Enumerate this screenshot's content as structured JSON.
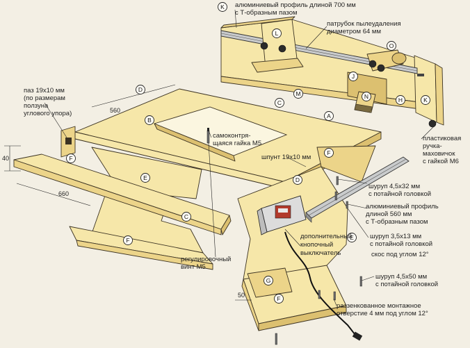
{
  "labels": {
    "fence_profile_line1": "алюминиевый профиль длиной 700 мм",
    "fence_profile_line2": "с Т-образным пазом",
    "dust_port_line1": "патрубок пылеудаления",
    "dust_port_line2": "диаметром 64 мм",
    "groove_line1": "паз 19х10 мм",
    "groove_line2": "(по размерам",
    "groove_line3": "ползуна",
    "groove_line4": "углового упора)",
    "locknut_line1": "самоконтря-",
    "locknut_line2": "щаяся гайка М5",
    "tongue": "шпунт 19х10 мм",
    "knob_line1": "пластиковая",
    "knob_line2": "ручка-",
    "knob_line3": "маховичок",
    "knob_line4": "с гайкой М6",
    "screw32_line1": "шуруп 4,5х32 мм",
    "screw32_line2": "с потайной головкой",
    "side_profile_line1": "алюминиевый профиль",
    "side_profile_line2": "длиной 560 мм",
    "side_profile_line3": "с Т-образным пазом",
    "screw13_line1": "шуруп 3,5х13 мм",
    "screw13_line2": "с потайной головкой",
    "bevel": "скос под углом 12°",
    "switch_line1": "дополнительный",
    "switch_line2": "кнопочный",
    "switch_line3": "выключатель",
    "adjust_line1": "регулировочный",
    "adjust_line2": "винт М5",
    "screw50_line1": "шуруп 4,5х50 мм",
    "screw50_line2": "с потайной головкой",
    "hole_line1": "раззенкованное монтажное",
    "hole_line2": "отверстие 4 мм под углом 12°"
  },
  "dimensions": {
    "d560": "560",
    "d40": "40",
    "d660": "660",
    "d50": "50"
  },
  "badges": {
    "K1": "K",
    "L": "L",
    "O": "O",
    "J": "J",
    "M": "M",
    "N": "N",
    "H": "H",
    "K2": "K",
    "D1": "D",
    "C1": "C",
    "B": "B",
    "A": "A",
    "F1": "F",
    "F2": "F",
    "D2": "D",
    "E1": "E",
    "E2": "E",
    "C2": "C",
    "F3": "F",
    "G": "G",
    "F4": "F"
  }
}
